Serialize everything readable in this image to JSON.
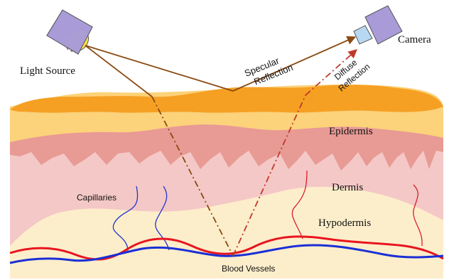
{
  "labels": {
    "light_source": "Light Source",
    "camera": "Camera",
    "specular_line1": "Specular",
    "specular_line2": "Reflection",
    "diffuse_line1": "Diffuse",
    "diffuse_line2": "Reflection",
    "epidermis": "Epidermis",
    "dermis": "Dermis",
    "hypodermis": "Hypodermis",
    "capillaries": "Capillaries",
    "blood_vessels": "Blood Vessels"
  },
  "colors": {
    "skin_surface": "#f5a023",
    "epidermis": "#fcd27a",
    "dermis_upper": "#e89a94",
    "dermis": "#f4c8c6",
    "hypodermis": "#fdeecb",
    "device_body": "#a99bd8",
    "light_bulb": "#f9df4b",
    "camera_lens": "#b8d8f2",
    "light_ray": "#8a4a12",
    "diffuse_ray": "#c0392b",
    "vessel_red": "#e8151f",
    "vessel_blue": "#1a2fd6",
    "capillary_blue": "#2233cc",
    "capillary_red": "#d81e2a"
  }
}
